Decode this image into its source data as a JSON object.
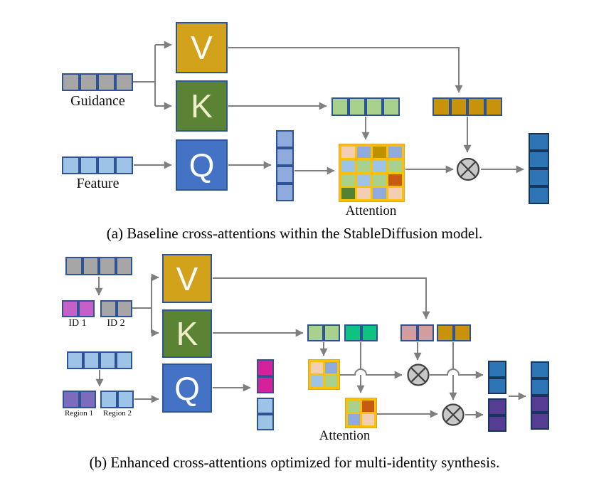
{
  "palette": {
    "gray": "#A6A6A6",
    "lightblue": "#9DC3E6",
    "medblue": "#8FAADC",
    "darkblue": "#2E75B6",
    "lightgreen": "#A9D18E",
    "teal": "#0EC281",
    "gold": "#C8930B",
    "darkgold": "#BF9000",
    "peach": "#F2CEB2",
    "darkorange": "#C55A11",
    "darkgreen": "#548235",
    "orchid": "#C75FC8",
    "magenta": "#D4219C",
    "purple": "#7C6CBC",
    "darkpurple": "#573C94",
    "dustypink": "#D39C9F",
    "matrix_background": "#FFC000",
    "arrow_gray": "#7F7F7F",
    "v_box": "#D2A21A",
    "k_box": "#5A8433",
    "q_box": "#4472C4"
  },
  "figure_a": {
    "caption": "(a) Baseline cross-attentions within the StableDiffusion model.",
    "labels": {
      "guidance": "Guidance",
      "feature": "Feature",
      "attention": "Attention",
      "v": "V",
      "k": "K",
      "q": "Q"
    },
    "guidance_tokens": [
      "gray",
      "gray",
      "gray",
      "gray"
    ],
    "feature_tokens": [
      "lightblue",
      "lightblue",
      "lightblue",
      "lightblue"
    ],
    "key_tokens": [
      "lightgreen",
      "lightgreen",
      "lightgreen",
      "lightgreen"
    ],
    "value_tokens": [
      "gold",
      "gold",
      "gold",
      "gold"
    ],
    "query_column": [
      "medblue",
      "medblue",
      "medblue",
      "medblue"
    ],
    "output_column": [
      "darkblue",
      "darkblue",
      "darkblue",
      "darkblue"
    ],
    "attention_matrix": [
      [
        "peach",
        "medblue",
        "darkgold",
        "medblue"
      ],
      [
        "lightblue",
        "lightgreen",
        "lightblue",
        "lightgreen"
      ],
      [
        "lightgreen",
        "lightblue",
        "lightgreen",
        "darkorange"
      ],
      [
        "darkgreen",
        "peach",
        "medblue",
        "peach"
      ]
    ]
  },
  "figure_b": {
    "caption": "(b) Enhanced cross-attentions optimized for multi-identity synthesis.",
    "labels": {
      "id1": "ID 1",
      "id2": "ID 2",
      "region1": "Region 1",
      "region2": "Region 2",
      "attention": "Attention",
      "v": "V",
      "k": "K",
      "q": "Q"
    },
    "guidance_tokens": [
      "gray",
      "gray",
      "gray",
      "gray"
    ],
    "id1_tokens": [
      "orchid",
      "orchid"
    ],
    "id2_tokens": [
      "gray",
      "gray"
    ],
    "feature_tokens": [
      "lightblue",
      "lightblue",
      "lightblue",
      "lightblue"
    ],
    "region1_tokens": [
      "purple",
      "purple"
    ],
    "region2_tokens": [
      "lightblue",
      "lightblue"
    ],
    "query_id1_column": [
      "magenta",
      "magenta"
    ],
    "query_id2_column": [
      "lightblue",
      "lightblue"
    ],
    "key_id1_tokens": [
      "lightgreen",
      "lightgreen"
    ],
    "key_id2_tokens": [
      "teal",
      "teal"
    ],
    "value_id1_tokens": [
      "dustypink",
      "dustypink"
    ],
    "value_id2_tokens": [
      "gold",
      "gold"
    ],
    "attention_matrix_1": [
      [
        "peach",
        "medblue"
      ],
      [
        "lightblue",
        "lightgreen"
      ]
    ],
    "attention_matrix_2": [
      [
        "lightgreen",
        "darkorange"
      ],
      [
        "medblue",
        "peach"
      ]
    ],
    "output_id1_column": [
      "darkblue",
      "darkblue"
    ],
    "output_id2_column": [
      "darkpurple",
      "darkpurple"
    ],
    "merged_output_column": [
      "darkblue",
      "darkblue",
      "darkpurple",
      "darkpurple"
    ]
  }
}
